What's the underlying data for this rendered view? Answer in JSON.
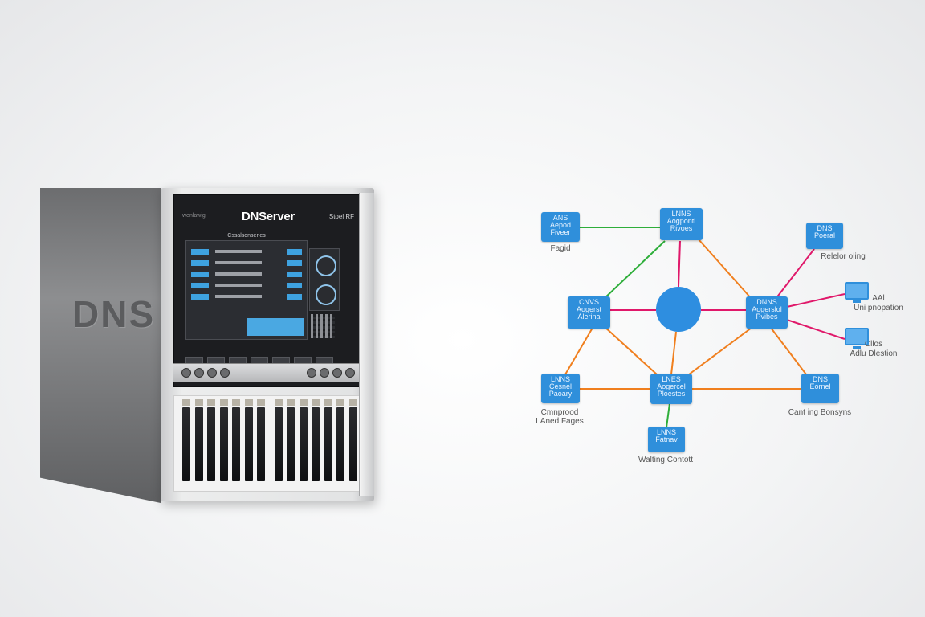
{
  "server": {
    "side_text": "DNS",
    "title": "DNServer",
    "label_right": "Stoel RF",
    "label_left": "wenlawig",
    "screen_title": "Cssalsonsenes"
  },
  "diagram": {
    "hub_color": "#2e8ee0",
    "node_color": "#2f8fdb",
    "edge_colors": {
      "green": "#2eae3a",
      "orange": "#f07f1e",
      "magenta": "#e0186a"
    },
    "nodes": [
      {
        "id": "n1",
        "lines": [
          "ANS",
          "Aepod",
          "Fiveer"
        ],
        "caption": "Fagid"
      },
      {
        "id": "n2",
        "lines": [
          "LNNS",
          "Aogpontl",
          "Rivoes"
        ],
        "caption": ""
      },
      {
        "id": "n3",
        "lines": [
          "DNS",
          "Poeral"
        ],
        "caption": "Relelor oling"
      },
      {
        "id": "n4",
        "lines": [
          "CNVS",
          "Aogerst",
          "Alerina"
        ],
        "caption": ""
      },
      {
        "id": "n5",
        "lines": [
          "DNNS",
          "Aogerslol",
          "Pvibes"
        ],
        "caption": ""
      },
      {
        "id": "n6",
        "lines": [
          "LNNS",
          "Cesnel",
          "Paoary"
        ],
        "caption": "Cmnprood LAned Fages"
      },
      {
        "id": "n7",
        "lines": [
          "LNES",
          "Aogercel",
          "Ploestes"
        ],
        "caption": ""
      },
      {
        "id": "n8",
        "lines": [
          "DNS",
          "Eornel"
        ],
        "caption": "Cant ing Bonsyns"
      },
      {
        "id": "n9",
        "lines": [
          "LNNS",
          "Fatnav"
        ],
        "caption": "Walting Contott"
      }
    ],
    "monitors": [
      {
        "label_1": "AAl",
        "label_2": "Uni pnopation"
      },
      {
        "label_1": "Cllos",
        "label_2": "Adlu Dlestion"
      }
    ]
  }
}
